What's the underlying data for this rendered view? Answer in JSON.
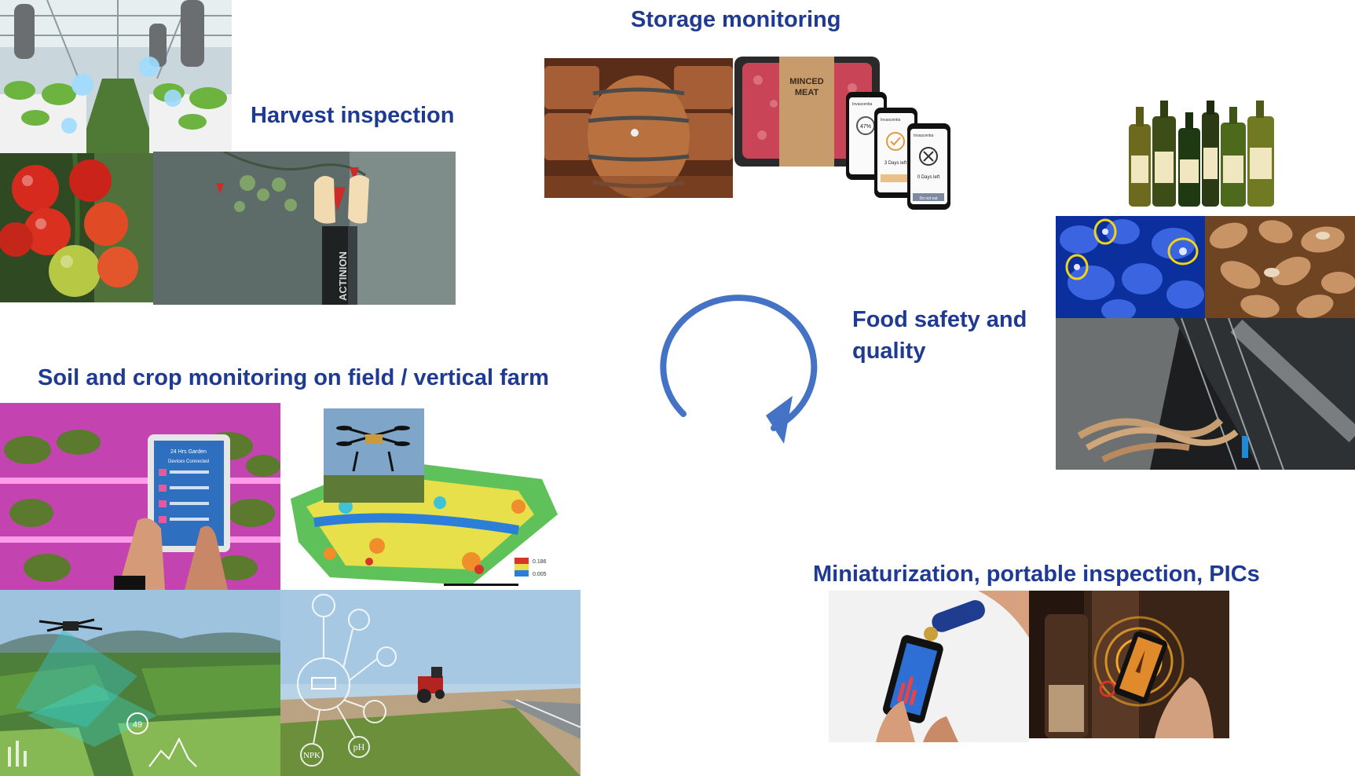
{
  "labels": {
    "storage": "Storage monitoring",
    "harvest": "Harvest inspection",
    "soil": "Soil and crop monitoring on field / vertical farm",
    "food_line1": "Food safety and",
    "food_line2": "quality",
    "mini": "Miniaturization, portable inspection, PICs"
  },
  "photo_text": {
    "package_label_line1": "MINCED",
    "package_label_line2": "MEAT",
    "phone_brand": "Invascentia",
    "phone1_value": "47%",
    "phone2_value": "3 Days left",
    "phone3_value": "0 Days left",
    "phone3_button": "Do not eat",
    "robot_mark": "ACTINION",
    "tablet_title": "24 Hrs Garden",
    "tablet_subtitle": "Devices Connected",
    "map_legend_max": "0.186",
    "map_legend_min": "0.005",
    "field_badge": "49",
    "npk": "NPK",
    "ph": "pH"
  },
  "colors": {
    "label_text": "#1f3a93",
    "cycle_arrow": "#4472c4"
  }
}
